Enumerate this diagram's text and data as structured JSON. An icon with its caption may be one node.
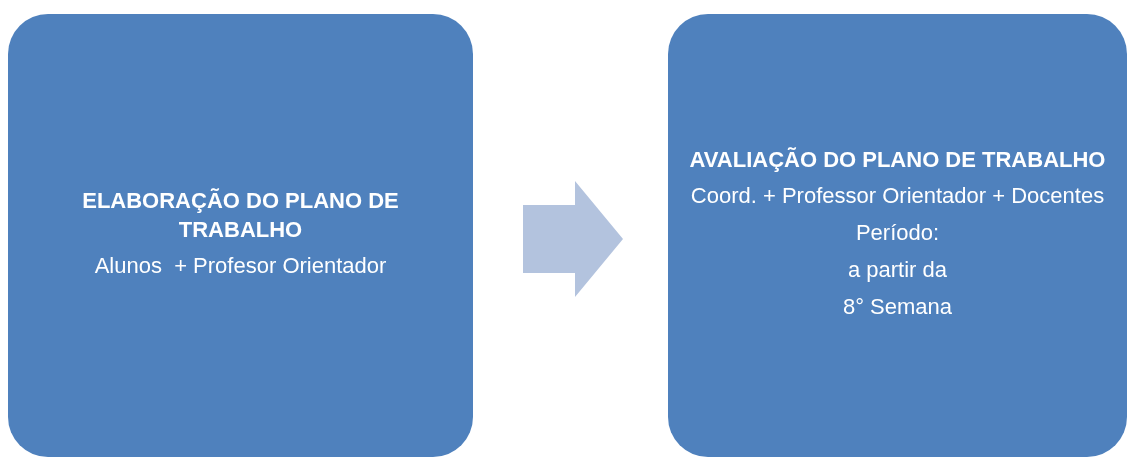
{
  "diagram": {
    "nodes": [
      {
        "text": [
          "ELABORAÇÃO DO PLANO DE TRABALHO",
          "Alunos  + Profesor Orientador"
        ]
      },
      {
        "text": [
          "AVALIAÇÃO DO PLANO DE TRABALHO",
          "Coord. + Professor Orientador + Docentes",
          "Período:",
          "a partir da",
          "8° Semana"
        ]
      }
    ],
    "edges": [
      {
        "from": 0,
        "to": 1,
        "arrow": "to"
      }
    ]
  }
}
